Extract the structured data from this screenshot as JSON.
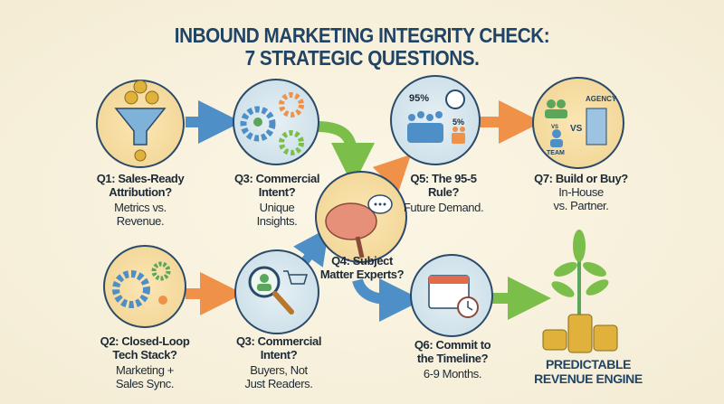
{
  "title": {
    "line1": "INBOUND MARKETING INTEGRITY CHECK:",
    "line2": "7 STRATEGIC QUESTIONS."
  },
  "steps": [
    {
      "id": "q1",
      "question_line1": "Q1: Sales-Ready",
      "question_line2": "Attribution?",
      "sub_line1": "Metrics vs.",
      "sub_line2": "Revenue.",
      "icon": "funnel-coins-icon"
    },
    {
      "id": "q3a",
      "question_line1": "Q3: Commercial",
      "question_line2": "Intent?",
      "sub_line1": "Unique",
      "sub_line2": "Insights.",
      "icon": "gears-icon"
    },
    {
      "id": "q5",
      "question_line1": "Q5: The 95-5",
      "question_line2": "Rule?",
      "sub_line1": "Future Demand.",
      "sub_line2": "",
      "icon": "crowd-clock-icon",
      "stat_major": "95%",
      "stat_minor": "5%"
    },
    {
      "id": "q7",
      "question_line1": "Q7: Build or Buy?",
      "question_line2": "",
      "sub_line1": "In-House",
      "sub_line2": "vs. Partner.",
      "icon": "team-vs-agency-icon",
      "agency": "AGENCY",
      "team": "TEAM",
      "vs_small": "VS",
      "vs_large": "VS"
    },
    {
      "id": "q4",
      "question_line1": "Q4: Subject",
      "question_line2": "Matter Experts?",
      "icon": "brain-speech-icon"
    },
    {
      "id": "q2",
      "question_line1": "Q2: Closed-Loop",
      "question_line2": "Tech Stack?",
      "sub_line1": "Marketing +",
      "sub_line2": "Sales Sync.",
      "icon": "gears-hub-icon"
    },
    {
      "id": "q3b",
      "question_line1": "Q3: Commercial",
      "question_line2": "Intent?",
      "sub_line1": "Buyers, Not",
      "sub_line2": "Just Readers.",
      "icon": "magnifier-cart-icon"
    },
    {
      "id": "q6",
      "question_line1": "Q6: Commit to",
      "question_line2": "the Timeline?",
      "sub_line1": "6-9 Months.",
      "sub_line2": "",
      "icon": "calendar-clock-icon"
    }
  ],
  "outcome": {
    "line1": "PREDICTABLE",
    "line2": "REVENUE ENGINE",
    "icon": "plant-coins-icon"
  },
  "colors": {
    "title": "#1f4466",
    "blue": "#4f8fc8",
    "green": "#7bbf4a",
    "orange": "#f0914a",
    "gold": "#e0b23c",
    "background": "#f7f0dc"
  }
}
